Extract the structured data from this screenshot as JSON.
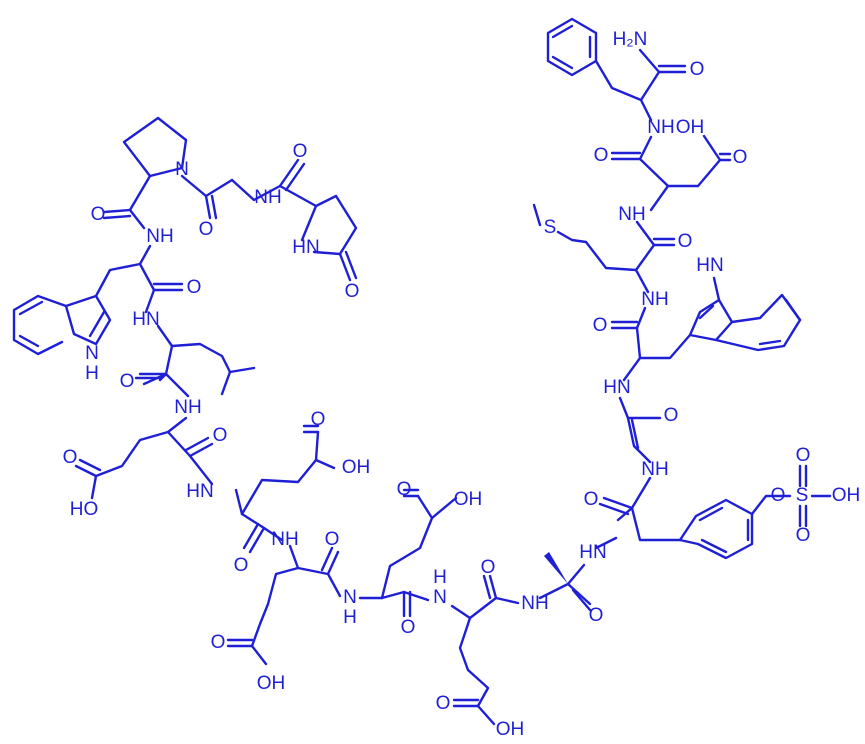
{
  "diagram": {
    "accent_color": "#1f1fd6",
    "labels": [
      {
        "id": "h2n-label",
        "text": "H₂N"
      },
      {
        "id": "o-amide-top",
        "text": "O"
      },
      {
        "id": "nh-phe-asp",
        "text": "NH"
      },
      {
        "id": "oh-asp-side",
        "text": "OH"
      },
      {
        "id": "o-asp-side",
        "text": "O"
      },
      {
        "id": "o-asp-bb",
        "text": "O"
      },
      {
        "id": "nh-asp-met",
        "text": "NH"
      },
      {
        "id": "s-met",
        "text": "S"
      },
      {
        "id": "o-met-bb",
        "text": "O"
      },
      {
        "id": "nh-met-trp",
        "text": "NH"
      },
      {
        "id": "hn-indole-right",
        "text": "HN"
      },
      {
        "id": "o-trp2-bb",
        "text": "O"
      },
      {
        "id": "hn-trp2-gly",
        "text": "HN"
      },
      {
        "id": "o-gly2-bb",
        "text": "O"
      },
      {
        "id": "nh-gly2-tyr",
        "text": "NH"
      },
      {
        "id": "o-tyr-bb",
        "text": "O"
      },
      {
        "id": "hn-tyr-ala",
        "text": "HN"
      },
      {
        "id": "o-sulfo-1",
        "text": "O"
      },
      {
        "id": "s-sulfo",
        "text": "S"
      },
      {
        "id": "oh-sulfo",
        "text": "OH"
      },
      {
        "id": "o-sulfo-2",
        "text": "O"
      },
      {
        "id": "o-sulfo-3",
        "text": "O"
      },
      {
        "id": "o-ala-bb",
        "text": "O"
      },
      {
        "id": "nh-ala-glu5",
        "text": "NH"
      },
      {
        "id": "o-glu5-bb",
        "text": "O"
      },
      {
        "id": "hn-glu5-glu4",
        "text": "N"
      },
      {
        "id": "h-glu5-glu4",
        "text": "H"
      },
      {
        "id": "o-glu5-side",
        "text": "O"
      },
      {
        "id": "oh-glu5-side",
        "text": "OH"
      },
      {
        "id": "o-glu4-bb",
        "text": "O"
      },
      {
        "id": "o-glu4-side",
        "text": "O"
      },
      {
        "id": "oh-glu4-side",
        "text": "OH"
      },
      {
        "id": "n-glu4-glu3",
        "text": "N"
      },
      {
        "id": "h-glu4-glu3",
        "text": "H"
      },
      {
        "id": "o-glu3-bb",
        "text": "O"
      },
      {
        "id": "nh-glu3-glu2",
        "text": "NH"
      },
      {
        "id": "o-glu3-side",
        "text": "O"
      },
      {
        "id": "oh-glu3-side",
        "text": "OH"
      },
      {
        "id": "o-glu2-bb",
        "text": "O"
      },
      {
        "id": "hn-glu2-glu1",
        "text": "HN"
      },
      {
        "id": "o-glu2-side",
        "text": "O"
      },
      {
        "id": "oh-glu2-side",
        "text": "OH"
      },
      {
        "id": "o-glu1-bb",
        "text": "O"
      },
      {
        "id": "nh-glu1-leu",
        "text": "NH"
      },
      {
        "id": "o-glu1-side",
        "text": "O"
      },
      {
        "id": "ho-glu1-side",
        "text": "HO"
      },
      {
        "id": "o-leu-bb",
        "text": "O"
      },
      {
        "id": "hn-leu-trp1",
        "text": "HN"
      },
      {
        "id": "o-trp1-bb",
        "text": "O"
      },
      {
        "id": "nh-trp1-pro",
        "text": "NH"
      },
      {
        "id": "h-indole-left",
        "text": "H"
      },
      {
        "id": "n-indole-left",
        "text": "N"
      },
      {
        "id": "o-pro-bb",
        "text": "O"
      },
      {
        "id": "n-pro-ring",
        "text": "N"
      },
      {
        "id": "o-gly1-bb",
        "text": "O"
      },
      {
        "id": "nh-gly1-pglu",
        "text": "NH"
      },
      {
        "id": "o-pglu-bb",
        "text": "O"
      },
      {
        "id": "hn-pglu-ring",
        "text": "HN"
      },
      {
        "id": "o-pglu-ring",
        "text": "O"
      }
    ]
  }
}
